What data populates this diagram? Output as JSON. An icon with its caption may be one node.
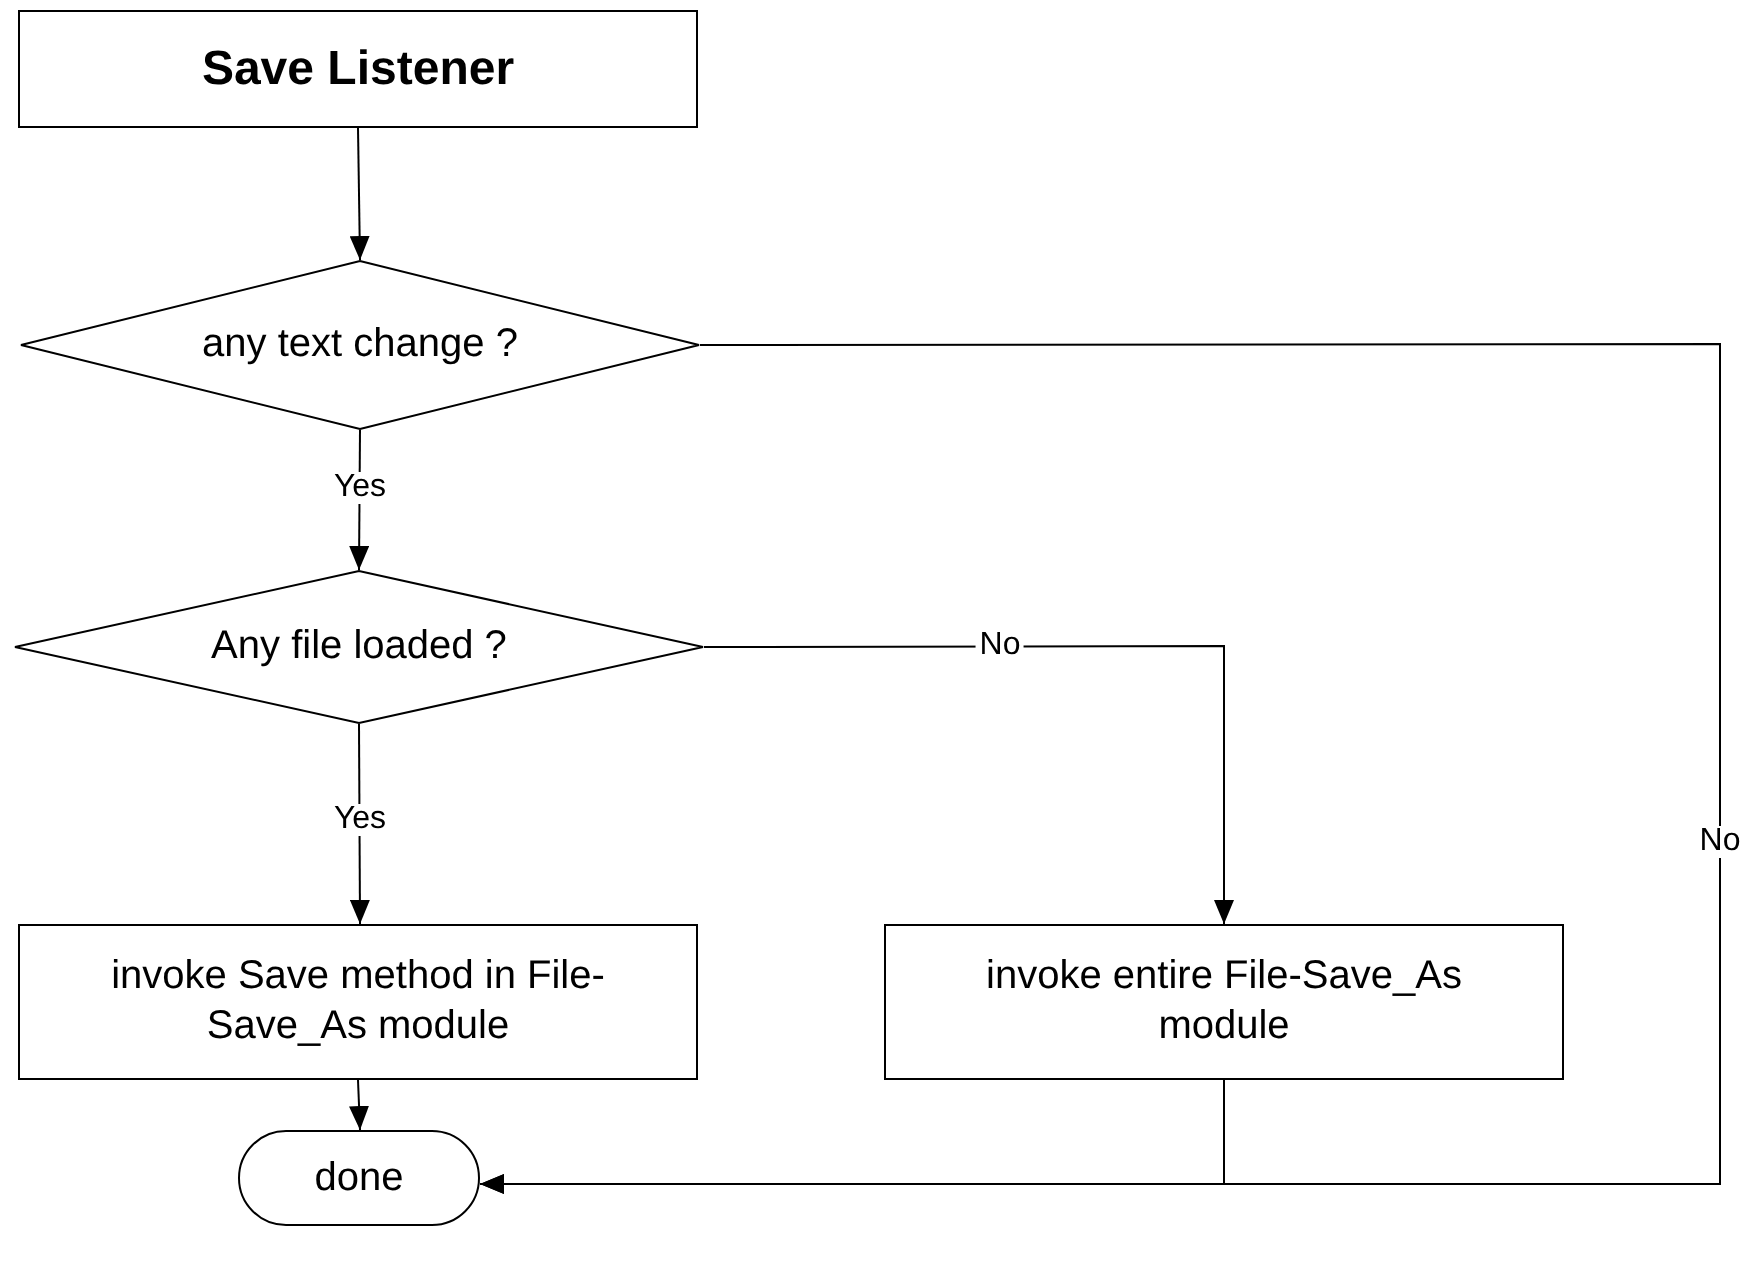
{
  "diagram": {
    "nodes": [
      {
        "text": [
          "Save Listener"
        ]
      },
      {
        "text": [
          "any text change ?"
        ]
      },
      {
        "text": [
          "Any file loaded ?"
        ]
      },
      {
        "text": [
          "invoke Save method in File-Save_As module"
        ]
      },
      {
        "text": [
          "invoke entire File-Save_As module"
        ]
      },
      {
        "text": [
          "done"
        ]
      }
    ],
    "edges": [
      {
        "from": 0,
        "to": 1,
        "arrow": "to"
      },
      {
        "from": 1,
        "to": 2,
        "arrow": "to",
        "label": "Yes"
      },
      {
        "from": 2,
        "to": 3,
        "arrow": "to",
        "label": "Yes"
      },
      {
        "from": 2,
        "to": 4,
        "arrow": "to",
        "label": "No"
      },
      {
        "from": 3,
        "to": 5,
        "arrow": "to"
      },
      {
        "from": 4,
        "to": 5,
        "arrow": "to"
      },
      {
        "from": 1,
        "to": 5,
        "arrow": "to",
        "label": "No"
      }
    ]
  }
}
